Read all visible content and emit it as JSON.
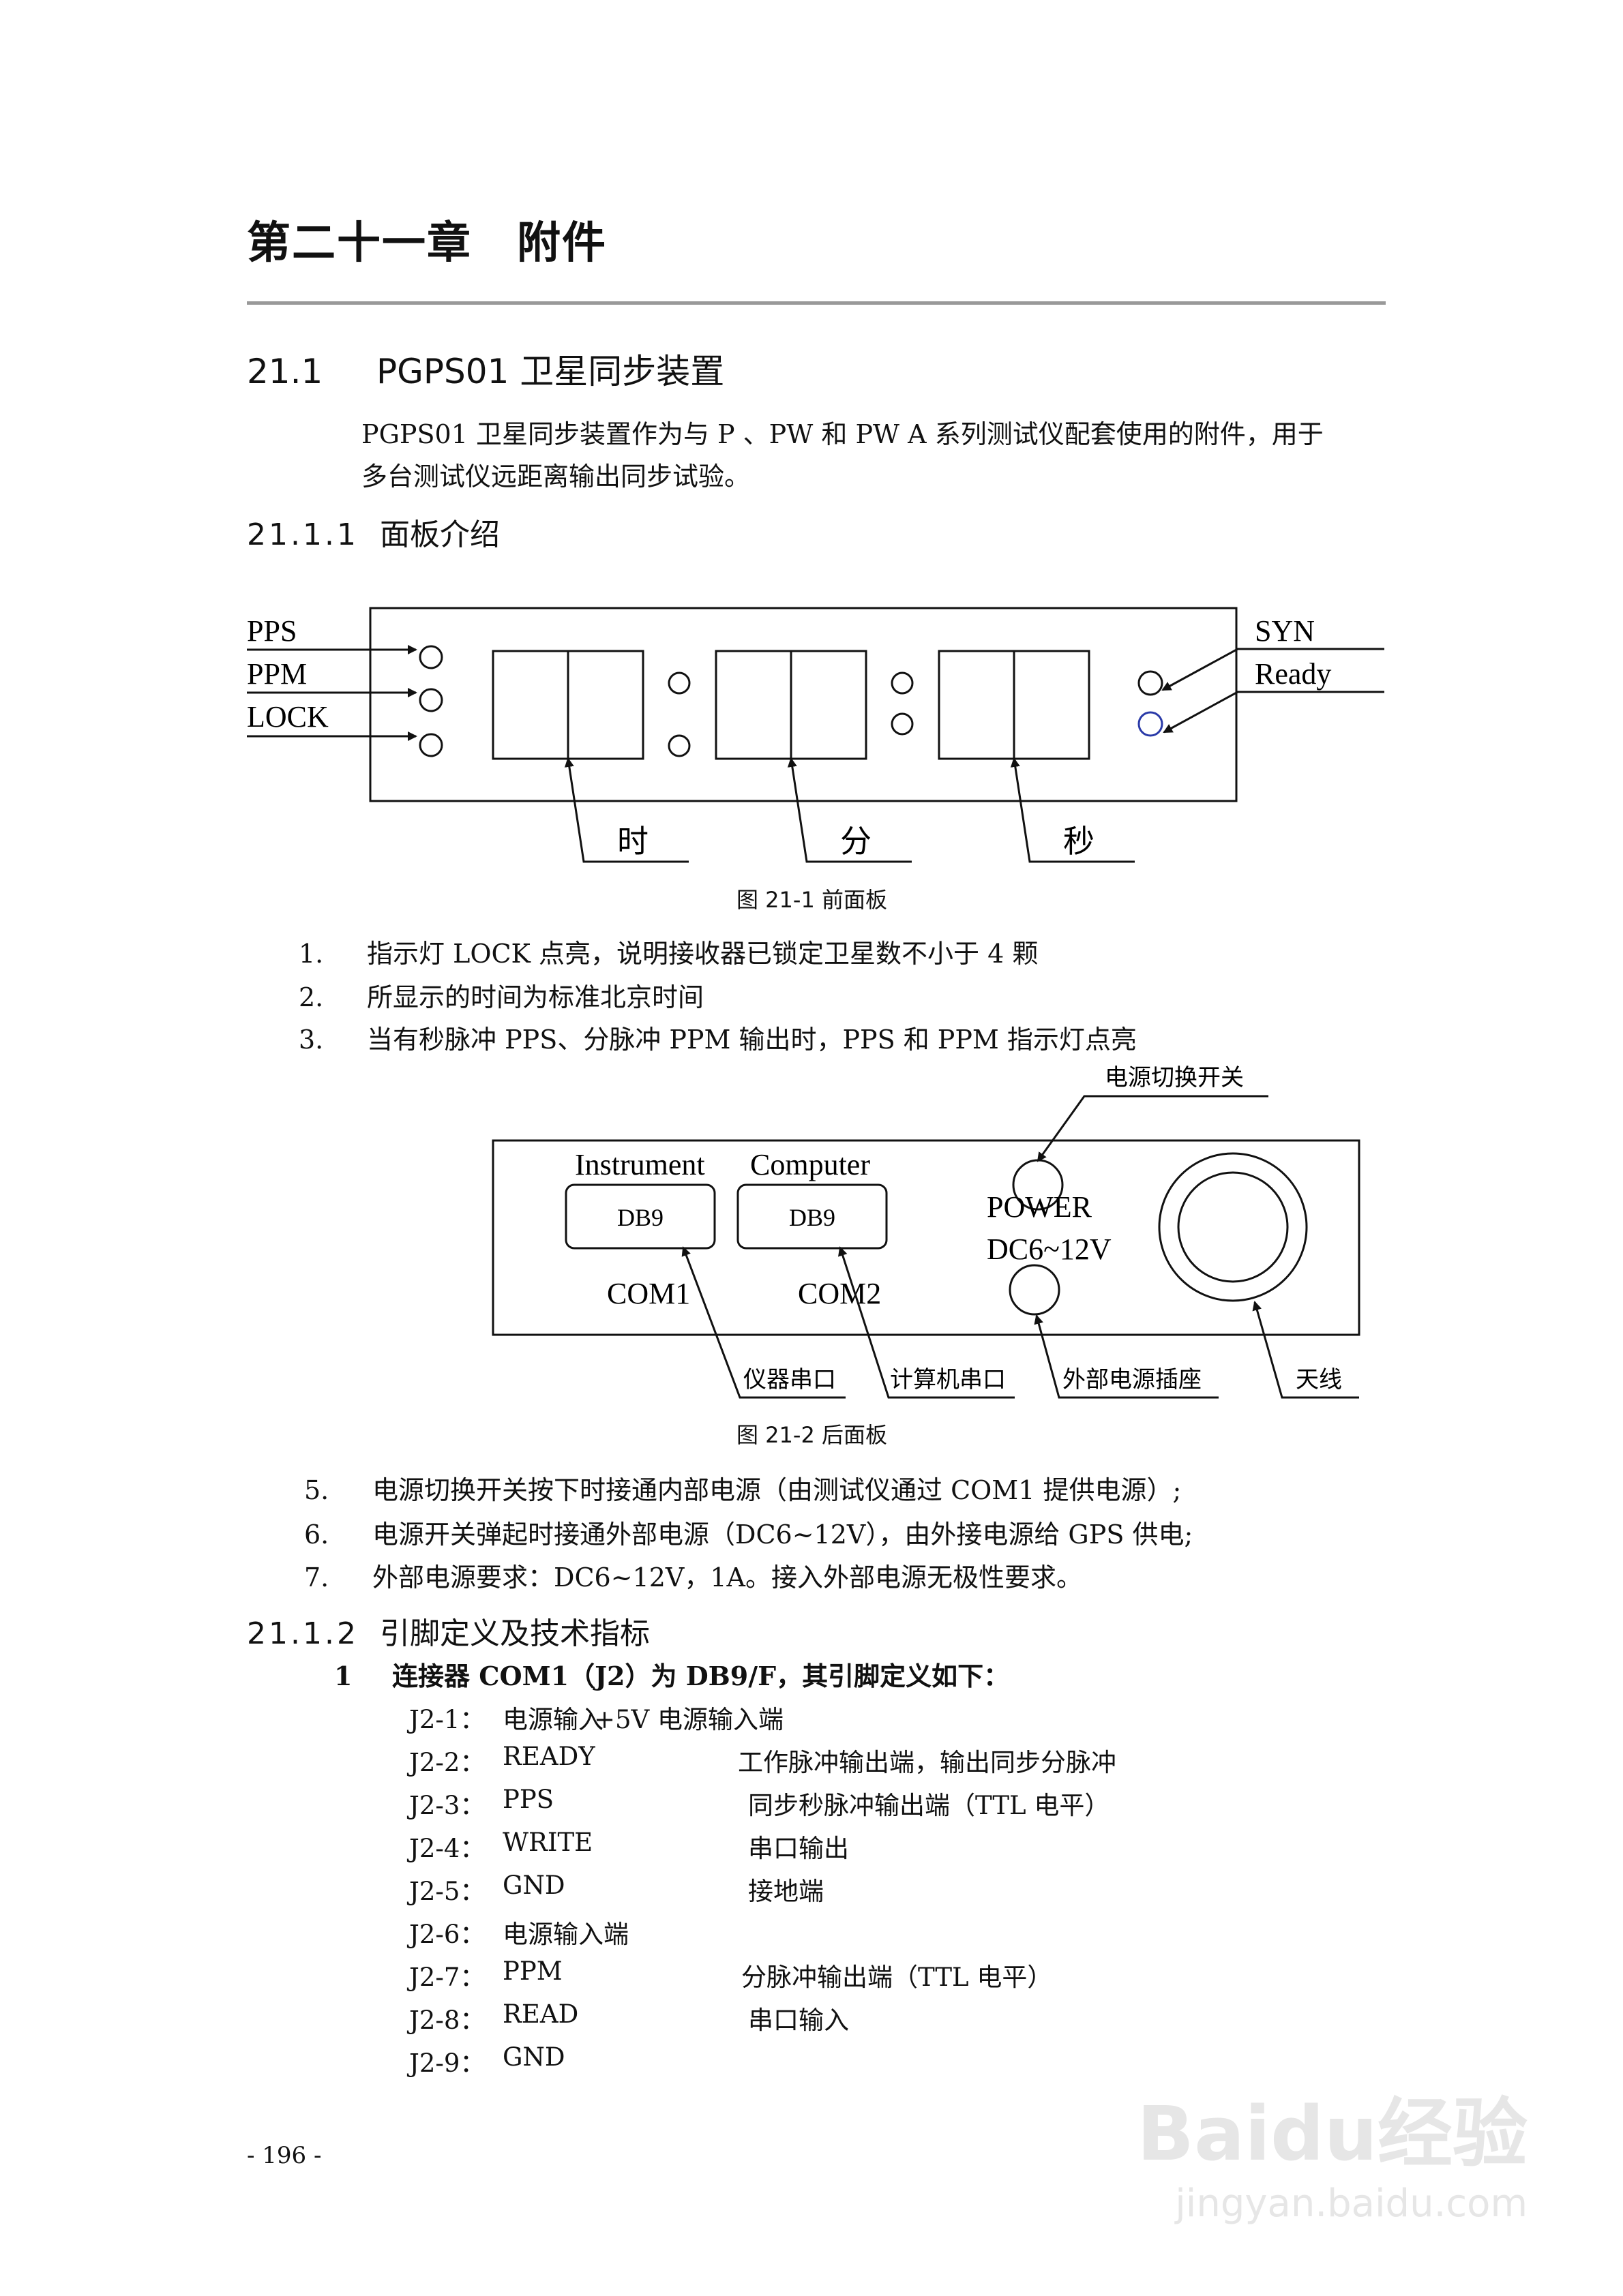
{
  "chapter_title": "第二十一章　附件",
  "section": {
    "number": "21.1",
    "title": "PGPS01 卫星同步装置"
  },
  "intro": [
    "PGPS01 卫星同步装置作为与 P 、PW 和 PW A 系列测试仪配套使用的附件，用于",
    "多台测试仪远距离输出同步试验。"
  ],
  "sub1": {
    "number": "21.1.1",
    "title": "面板介绍"
  },
  "front_panel": {
    "left_labels": [
      "PPS",
      "PPM",
      "LOCK"
    ],
    "right_labels": [
      "SYN",
      "Ready"
    ],
    "digit_labels": [
      "时",
      "分",
      "秒"
    ],
    "caption": "图 21-1  前面板"
  },
  "list1": [
    {
      "n": "1.",
      "text": "指示灯 LOCK 点亮，说明接收器已锁定卫星数不小于 4 颗"
    },
    {
      "n": "2.",
      "text": "所显示的时间为标准北京时间"
    },
    {
      "n": "3.",
      "text": "当有秒脉冲 PPS、分脉冲 PPM 输出时，PPS 和 PPM 指示灯点亮"
    }
  ],
  "rear_panel": {
    "switch_label": "电源切换开关",
    "port_labels": [
      "Instrument",
      "Computer"
    ],
    "port_type": "DB9",
    "com_labels": [
      "COM1",
      "COM2"
    ],
    "power_label": "POWER",
    "voltage_label": "DC6~12V",
    "callouts": [
      "仪器串口",
      "计算机串口",
      "外部电源插座",
      "天线"
    ],
    "caption": "图 21-2  后面板"
  },
  "list2": [
    {
      "n": "5.",
      "text": "电源切换开关按下时接通内部电源（由测试仪通过 COM1 提供电源）;"
    },
    {
      "n": "6.",
      "text": "电源开关弹起时接通外部电源（DC6~12V），由外接电源给 GPS 供电;"
    },
    {
      "n": "7.",
      "text": "外部电源要求：DC6~12V，1A。接入外部电源无极性要求。"
    }
  ],
  "sub2": {
    "number": "21.1.2",
    "title": "引脚定义及技术指标"
  },
  "connector": {
    "n": "1",
    "text": "连接器 COM1（J2）为 DB9/F，其引脚定义如下："
  },
  "pins": [
    {
      "pin": "J2-1：",
      "name": "电源输入",
      "desc": "+5V 电源输入端"
    },
    {
      "pin": "J2-2：",
      "name": "READY",
      "desc": "工作脉冲输出端，输出同步分脉冲"
    },
    {
      "pin": "J2-3：",
      "name": "PPS",
      "desc": "同步秒脉冲输出端（TTL 电平）"
    },
    {
      "pin": "J2-4：",
      "name": "WRITE",
      "desc": "串口输出"
    },
    {
      "pin": "J2-5：",
      "name": "GND",
      "desc": "接地端"
    },
    {
      "pin": "J2-6：",
      "name": "电源输入端",
      "desc": ""
    },
    {
      "pin": "J2-7：",
      "name": "PPM",
      "desc": "分脉冲输出端（TTL 电平）"
    },
    {
      "pin": "J2-8：",
      "name": "READ",
      "desc": "串口输入"
    },
    {
      "pin": "J2-9：",
      "name": "GND",
      "desc": ""
    }
  ],
  "page_number": "- 196 -",
  "watermark": {
    "brand": "Baidu经验",
    "url": "jingyan.baidu.com"
  }
}
